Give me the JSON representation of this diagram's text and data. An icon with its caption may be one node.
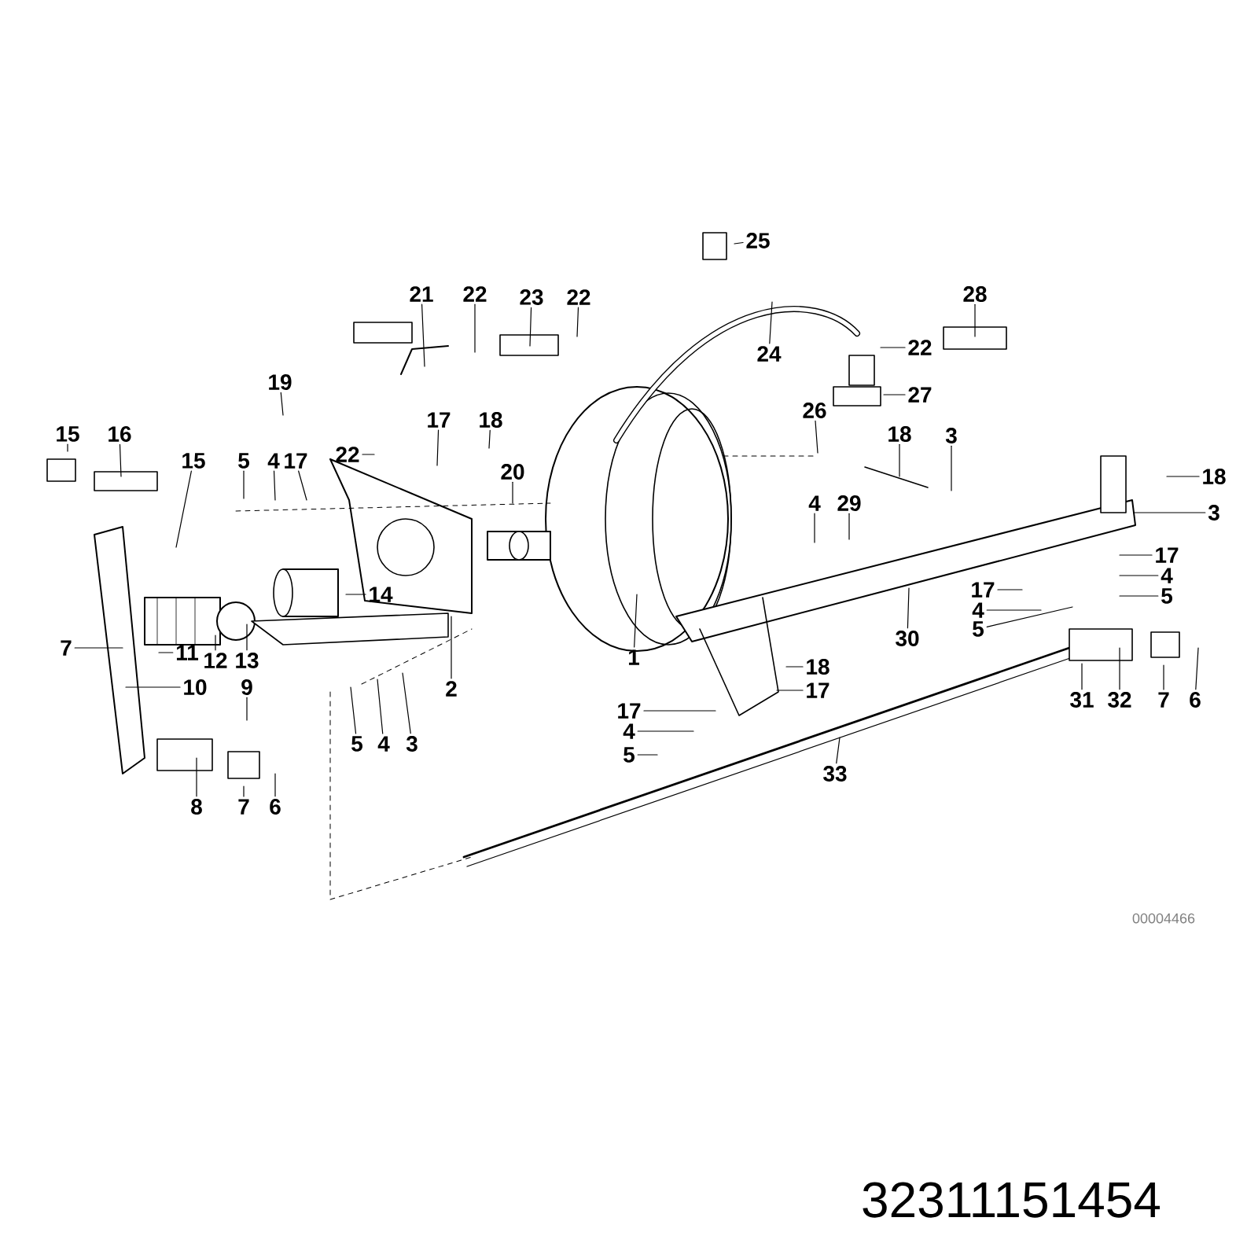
{
  "diagram": {
    "nodes": [
      {
        "text": [
          "25"
        ]
      },
      {
        "text": [
          "21"
        ]
      },
      {
        "text": [
          "22"
        ]
      },
      {
        "text": [
          "23"
        ]
      },
      {
        "text": [
          "22"
        ]
      },
      {
        "text": [
          "28"
        ]
      },
      {
        "text": [
          "24"
        ]
      },
      {
        "text": [
          "22"
        ]
      },
      {
        "text": [
          "26"
        ]
      },
      {
        "text": [
          "27"
        ]
      },
      {
        "text": [
          "19"
        ]
      },
      {
        "text": [
          "22"
        ]
      },
      {
        "text": [
          "15"
        ]
      },
      {
        "text": [
          "16"
        ]
      },
      {
        "text": [
          "17"
        ]
      },
      {
        "text": [
          "18"
        ]
      },
      {
        "text": [
          "18"
        ]
      },
      {
        "text": [
          "3"
        ]
      },
      {
        "text": [
          "18"
        ]
      },
      {
        "text": [
          "3"
        ]
      },
      {
        "text": [
          "15"
        ]
      },
      {
        "text": [
          "5"
        ]
      },
      {
        "text": [
          "4"
        ]
      },
      {
        "text": [
          "17"
        ]
      },
      {
        "text": [
          "20"
        ]
      },
      {
        "text": [
          "4"
        ]
      },
      {
        "text": [
          "29"
        ]
      },
      {
        "text": [
          "17"
        ]
      },
      {
        "text": [
          "4"
        ]
      },
      {
        "text": [
          "5"
        ]
      },
      {
        "text": [
          "14"
        ]
      },
      {
        "text": [
          "7"
        ]
      },
      {
        "text": [
          "11"
        ]
      },
      {
        "text": [
          "12"
        ]
      },
      {
        "text": [
          "13"
        ]
      },
      {
        "text": [
          "2"
        ]
      },
      {
        "text": [
          "10"
        ]
      },
      {
        "text": [
          "1"
        ]
      },
      {
        "text": [
          "30"
        ]
      },
      {
        "text": [
          "17"
        ]
      },
      {
        "text": [
          "4"
        ]
      },
      {
        "text": [
          "5"
        ]
      },
      {
        "text": [
          "18"
        ]
      },
      {
        "text": [
          "17"
        ]
      },
      {
        "text": [
          "17"
        ]
      },
      {
        "text": [
          "4"
        ]
      },
      {
        "text": [
          "5"
        ]
      },
      {
        "text": [
          "9"
        ]
      },
      {
        "text": [
          "5"
        ]
      },
      {
        "text": [
          "4"
        ]
      },
      {
        "text": [
          "3"
        ]
      },
      {
        "text": [
          "8"
        ]
      },
      {
        "text": [
          "7"
        ]
      },
      {
        "text": [
          "6"
        ]
      },
      {
        "text": [
          "33"
        ]
      },
      {
        "text": [
          "31"
        ]
      },
      {
        "text": [
          "32"
        ]
      },
      {
        "text": [
          "7"
        ]
      },
      {
        "text": [
          "6"
        ]
      }
    ],
    "edges": [
      {
        "from": 0,
        "to": null,
        "arrow": "none"
      },
      {
        "from": 1,
        "to": null,
        "arrow": "none"
      },
      {
        "from": 2,
        "to": null,
        "arrow": "none"
      },
      {
        "from": 3,
        "to": null,
        "arrow": "none"
      },
      {
        "from": 4,
        "to": null,
        "arrow": "none"
      },
      {
        "from": 5,
        "to": null,
        "arrow": "none"
      },
      {
        "from": 6,
        "to": null,
        "arrow": "none"
      },
      {
        "from": 7,
        "to": null,
        "arrow": "none"
      },
      {
        "from": 8,
        "to": null,
        "arrow": "none"
      },
      {
        "from": 9,
        "to": null,
        "arrow": "none"
      },
      {
        "from": 10,
        "to": null,
        "arrow": "none"
      },
      {
        "from": 11,
        "to": null,
        "arrow": "none"
      },
      {
        "from": 12,
        "to": null,
        "arrow": "none"
      },
      {
        "from": 13,
        "to": null,
        "arrow": "none"
      },
      {
        "from": 14,
        "to": null,
        "arrow": "none"
      },
      {
        "from": 15,
        "to": null,
        "arrow": "none"
      },
      {
        "from": 16,
        "to": null,
        "arrow": "none"
      },
      {
        "from": 17,
        "to": null,
        "arrow": "none"
      },
      {
        "from": 18,
        "to": null,
        "arrow": "none"
      },
      {
        "from": 19,
        "to": null,
        "arrow": "none"
      },
      {
        "from": 20,
        "to": null,
        "arrow": "none"
      },
      {
        "from": 21,
        "to": null,
        "arrow": "none"
      },
      {
        "from": 22,
        "to": null,
        "arrow": "none"
      },
      {
        "from": 23,
        "to": null,
        "arrow": "none"
      },
      {
        "from": 24,
        "to": null,
        "arrow": "none"
      },
      {
        "from": 25,
        "to": null,
        "arrow": "none"
      },
      {
        "from": 26,
        "to": null,
        "arrow": "none"
      },
      {
        "from": 27,
        "to": null,
        "arrow": "none"
      },
      {
        "from": 28,
        "to": null,
        "arrow": "none"
      },
      {
        "from": 29,
        "to": null,
        "arrow": "none"
      },
      {
        "from": 30,
        "to": null,
        "arrow": "none"
      },
      {
        "from": 31,
        "to": null,
        "arrow": "none"
      },
      {
        "from": 32,
        "to": null,
        "arrow": "none"
      },
      {
        "from": 33,
        "to": null,
        "arrow": "none"
      },
      {
        "from": 34,
        "to": null,
        "arrow": "none"
      },
      {
        "from": 35,
        "to": null,
        "arrow": "none"
      },
      {
        "from": 36,
        "to": null,
        "arrow": "none"
      },
      {
        "from": 37,
        "to": null,
        "arrow": "none"
      },
      {
        "from": 38,
        "to": null,
        "arrow": "none"
      },
      {
        "from": 39,
        "to": null,
        "arrow": "none"
      },
      {
        "from": 40,
        "to": null,
        "arrow": "none"
      },
      {
        "from": 41,
        "to": null,
        "arrow": "none"
      },
      {
        "from": 42,
        "to": null,
        "arrow": "none"
      },
      {
        "from": 43,
        "to": null,
        "arrow": "none"
      },
      {
        "from": 44,
        "to": null,
        "arrow": "none"
      },
      {
        "from": 45,
        "to": null,
        "arrow": "none"
      },
      {
        "from": 46,
        "to": null,
        "arrow": "none"
      },
      {
        "from": 47,
        "to": null,
        "arrow": "none"
      },
      {
        "from": 48,
        "to": null,
        "arrow": "none"
      },
      {
        "from": 49,
        "to": null,
        "arrow": "none"
      },
      {
        "from": 50,
        "to": null,
        "arrow": "none"
      },
      {
        "from": 51,
        "to": null,
        "arrow": "none"
      },
      {
        "from": 52,
        "to": null,
        "arrow": "none"
      },
      {
        "from": 53,
        "to": null,
        "arrow": "none"
      },
      {
        "from": 54,
        "to": null,
        "arrow": "none"
      },
      {
        "from": 55,
        "to": null,
        "arrow": "none"
      },
      {
        "from": 56,
        "to": null,
        "arrow": "none"
      },
      {
        "from": 57,
        "to": null,
        "arrow": "none"
      },
      {
        "from": 58,
        "to": null,
        "arrow": "none"
      }
    ],
    "labels": [
      "00004466",
      "32311151454"
    ]
  }
}
